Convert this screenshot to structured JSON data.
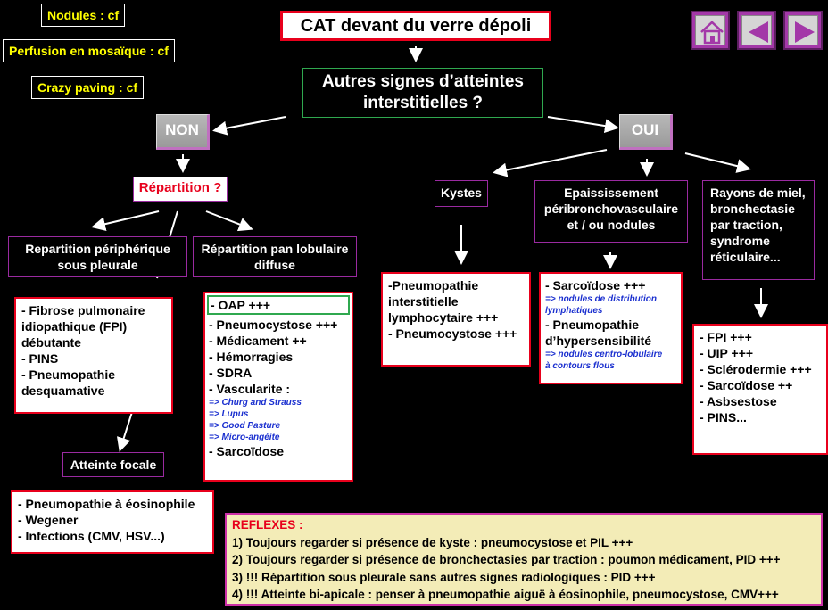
{
  "links": {
    "nodules": "Nodules : cf",
    "perfusion": "Perfusion en mosaïque : cf",
    "crazy": "Crazy paving : cf"
  },
  "title": "CAT devant du verre dépoli",
  "question": [
    "Autres signes d’atteintes",
    "interstitielles ?"
  ],
  "non_label": "NON",
  "oui_label": "OUI",
  "repartition": "Répartition ?",
  "peripheral": [
    "Repartition périphérique",
    "sous pleurale"
  ],
  "panlobular": [
    "Répartition pan lobulaire",
    "diffuse"
  ],
  "peripheral_list": [
    "- Fibrose pulmonaire",
    "idiopathique (FPI)",
    "débutante",
    "- PINS",
    "- Pneumopathie",
    "desquamative"
  ],
  "focal": "Atteinte focale",
  "focal_list": [
    "- Pneumopathie à éosinophile",
    "- Wegener",
    "- Infections (CMV, HSV...)"
  ],
  "panlobular_list": {
    "highlight": "- OAP +++",
    "items": [
      "- Pneumocystose +++",
      "- Médicament ++",
      "- Hémorragies",
      "- SDRA",
      "- Vascularite :"
    ],
    "subs": [
      "=> Churg and Strauss",
      "=> Lupus",
      "=> Good Pasture",
      "=> Micro-angéite"
    ],
    "last": "- Sarcoïdose"
  },
  "kystes": "Kystes",
  "kystes_list": [
    "-Pneumopathie",
    "interstitielle",
    "lymphocytaire +++",
    "- Pneumocystose +++"
  ],
  "epaiss": [
    "Epaississement",
    "péribronchovasculaire",
    "et / ou nodules"
  ],
  "epaiss_list": {
    "a": "- Sarcoïdose +++",
    "a_sub": [
      "=> nodules de distribution",
      "lymphatiques"
    ],
    "b": [
      "- Pneumopathie",
      "d’hypersensibilité"
    ],
    "b_sub": [
      "=> nodules centro-lobulaire",
      "à contours flous"
    ]
  },
  "rayons": [
    "Rayons de miel,",
    "bronchectasie",
    "par traction,",
    "syndrome",
    "réticulaire..."
  ],
  "rayons_list": [
    "- FPI +++",
    "- UIP +++",
    "- Sclérodermie +++",
    "- Sarcoïdose ++",
    "- Asbsestose",
    "- PINS..."
  ],
  "reflexes": {
    "heading": "REFLEXES :",
    "lines": [
      "1) Toujours regarder si présence de kyste : pneumocystose et PIL +++",
      "2) Toujours regarder si présence de bronchectasies par traction : poumon médicament, PID +++",
      "3) !!! Répartition sous pleurale sans autres signes radiologiques : PID +++",
      "4) !!! Atteinte bi-apicale : penser à pneumopathie aiguë à éosinophile, pneumocystose, CMV+++"
    ]
  },
  "colors": {
    "accent_red": "#e8001c",
    "link_yellow": "#ffff00",
    "box_purple": "#9a2aa0",
    "nav_purple": "#a338a8",
    "sub_blue": "#1a2fcf"
  },
  "icons": [
    "home-icon",
    "previous-icon",
    "next-icon"
  ]
}
